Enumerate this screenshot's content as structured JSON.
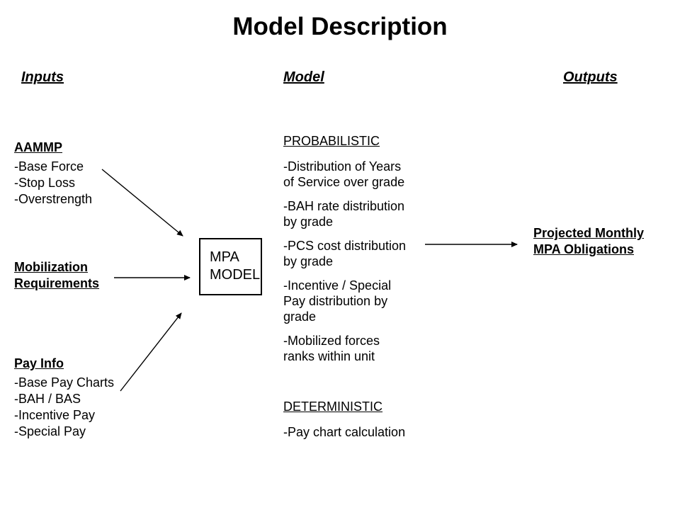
{
  "slide": {
    "title": "Model Description",
    "colors": {
      "text": "#000000",
      "background": "#ffffff"
    },
    "headers": {
      "inputs": "Inputs",
      "model": "Model",
      "outputs": "Outputs"
    },
    "inputs": [
      {
        "heading": "AAMMP",
        "body": "-Base Force\n-Stop Loss\n-Overstrength"
      },
      {
        "heading": "Mobilization\nRequirements",
        "body": ""
      },
      {
        "heading": "Pay Info",
        "body": "-Base Pay Charts\n-BAH / BAS\n-Incentive Pay\n-Special Pay"
      }
    ],
    "model_box": {
      "label": "MPA\nMODEL"
    },
    "model_sections": [
      {
        "heading": "PROBABILISTIC",
        "items": [
          "-Distribution of Years\nof Service over grade",
          "-BAH rate distribution\nby grade",
          "-PCS cost distribution\nby grade",
          "-Incentive / Special\nPay distribution by\ngrade",
          "-Mobilized forces\nranks within unit"
        ]
      },
      {
        "heading": "DETERMINISTIC",
        "items": [
          "-Pay chart calculation"
        ]
      }
    ],
    "output": {
      "label": "Projected Monthly\nMPA Obligations"
    }
  }
}
